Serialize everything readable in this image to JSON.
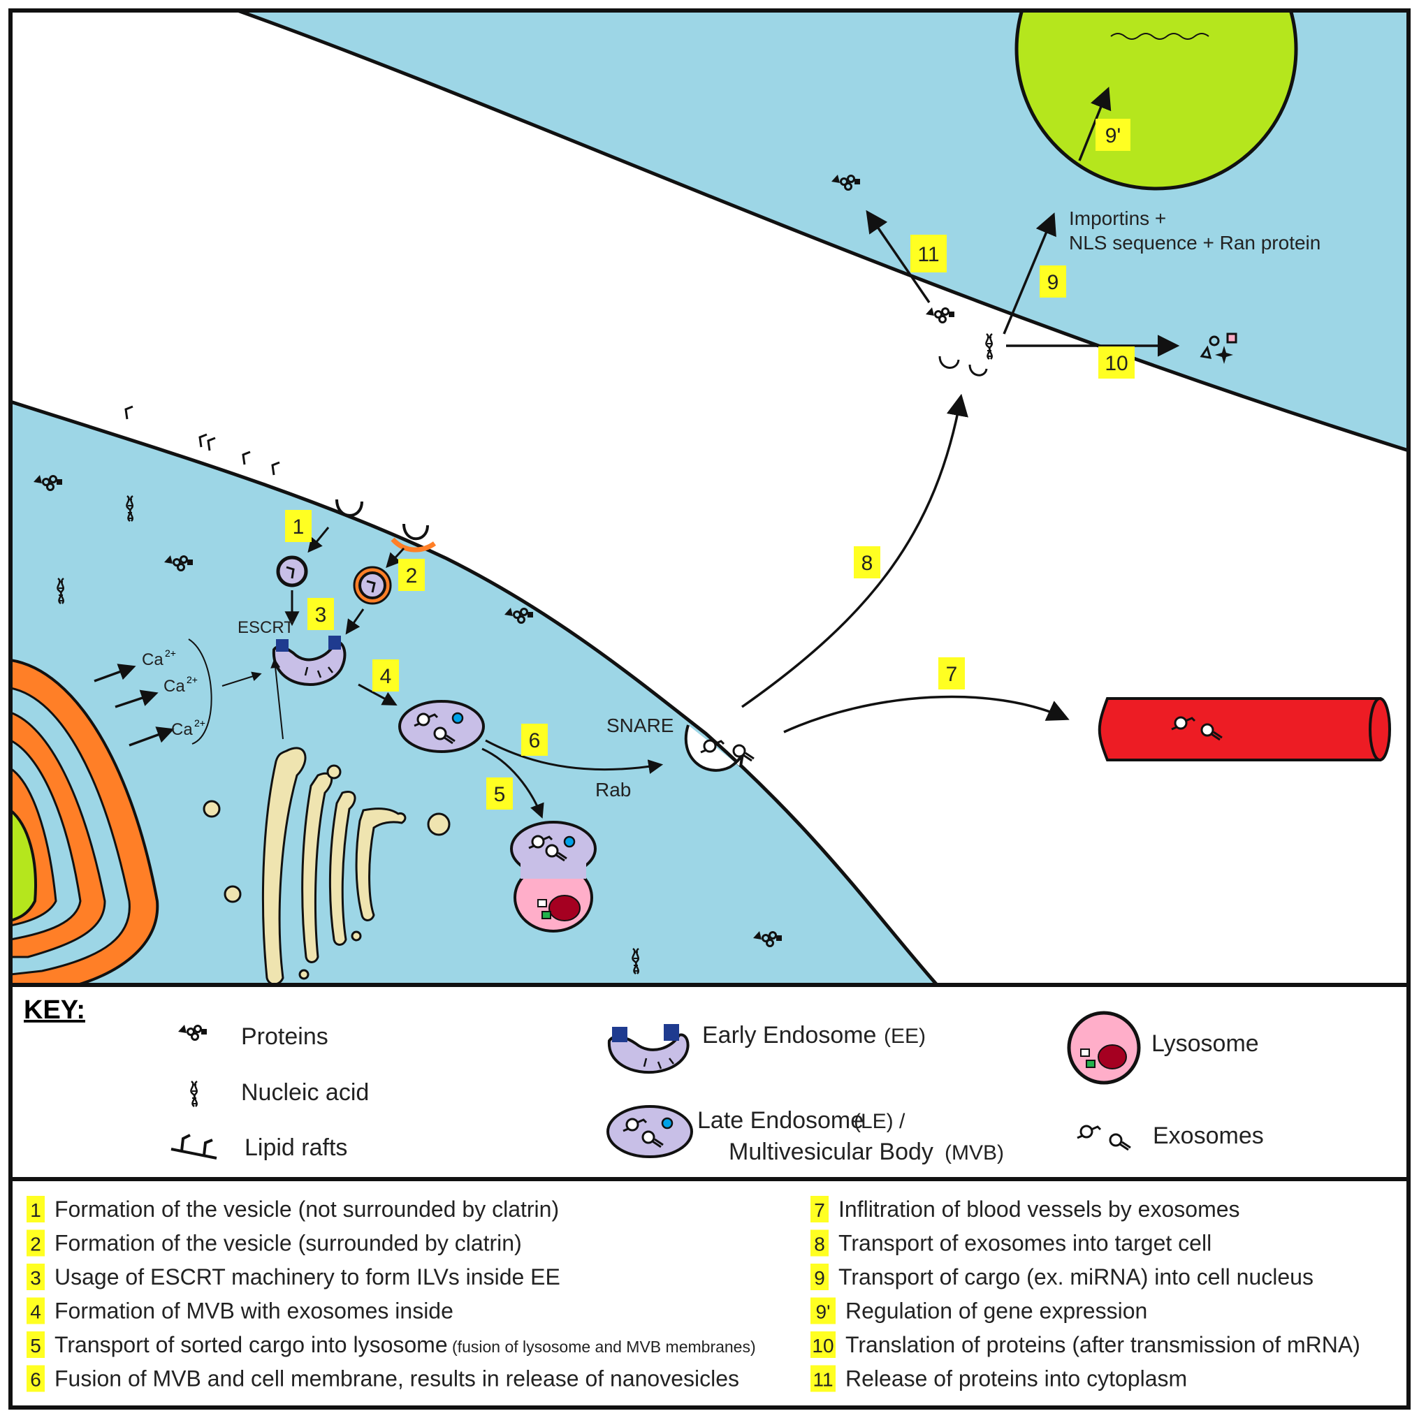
{
  "labels": {
    "escrt": "ESCRT",
    "ca": "Ca",
    "ca_sup": "2+",
    "snare": "SNARE",
    "rab": "Rab",
    "importins_1": "Importins +",
    "importins_2": "NLS sequence + Ran protein"
  },
  "steps": {
    "s1": "1",
    "s2": "2",
    "s3": "3",
    "s4": "4",
    "s5": "5",
    "s6": "6",
    "s7": "7",
    "s8": "8",
    "s9": "9",
    "s9p": "9'",
    "s10": "10",
    "s11": "11"
  },
  "key": {
    "title": "KEY:",
    "proteins": "Proteins",
    "nucleic_acid": "Nucleic acid",
    "lipid_rafts": "Lipid rafts",
    "early_endosome": "Early Endosome",
    "ee_abbr": "(EE)",
    "late_endosome": "Late Endosome",
    "le_abbr": "(LE) /",
    "mvb": "Multivesicular Body",
    "mvb_abbr": "(MVB)",
    "lysosome": "Lysosome",
    "exosomes": "Exosomes"
  },
  "legend": [
    {
      "num": "1",
      "text": "Formation of the vesicle (not surrounded by clatrin)",
      "note": ""
    },
    {
      "num": "2",
      "text": "Formation of the vesicle (surrounded by clatrin)",
      "note": ""
    },
    {
      "num": "3",
      "text": "Usage of ESCRT machinery to form ILVs inside EE",
      "note": ""
    },
    {
      "num": "4",
      "text": "Formation of MVB with exosomes inside",
      "note": ""
    },
    {
      "num": "5",
      "text": "Transport of sorted cargo into lysosome",
      "note": "(fusion of lysosome and MVB membranes)"
    },
    {
      "num": "6",
      "text": "Fusion of MVB and cell membrane, results in release of nanovesicles",
      "note": ""
    },
    {
      "num": "7",
      "text": "Inflitration of blood vessels by exosomes",
      "note": ""
    },
    {
      "num": "8",
      "text": "Transport of exosomes into target cell",
      "note": ""
    },
    {
      "num": "9",
      "text": "Transport of cargo (ex. miRNA) into cell nucleus",
      "note": ""
    },
    {
      "num": "9'",
      "text": "Regulation of gene expression",
      "note": ""
    },
    {
      "num": "10",
      "text": "Translation of proteins (after transmission of mRNA)",
      "note": ""
    },
    {
      "num": "11",
      "text": "Release of proteins into cytoplasm",
      "note": ""
    }
  ],
  "colors": {
    "cytoplasm": "#9dd6e6",
    "nucleus": "#b5e61d",
    "er": "#ff7f27",
    "endosome": "#c8bfe7",
    "lysosome": "#ffaec9",
    "lysosome_core": "#a50021",
    "vessel": "#ed1c24",
    "golgi": "#efe4b0",
    "escrt": "#1f3b8f",
    "badge": "#ffff22"
  }
}
